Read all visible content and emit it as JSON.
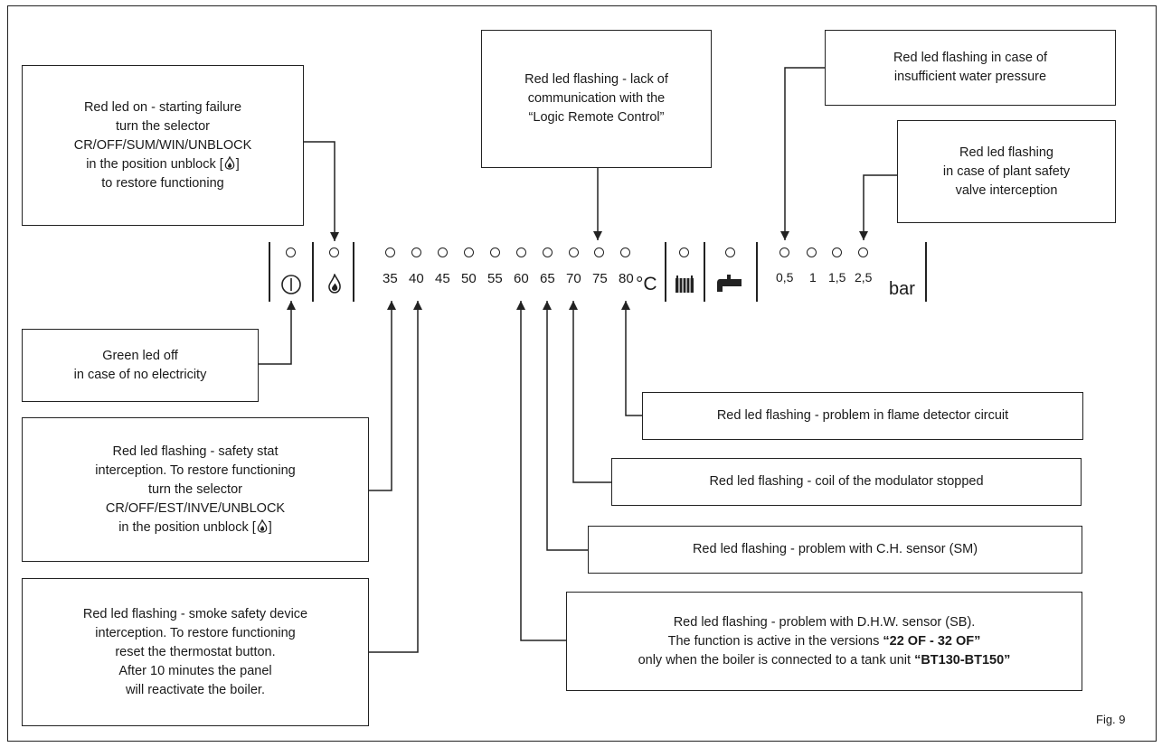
{
  "boxes": {
    "starting_failure": {
      "lines": [
        "Red led on - starting failure",
        "turn the selector",
        "CR/OFF/SUM/WIN/UNBLOCK",
        "in the position unblock",
        "to restore functioning"
      ]
    },
    "logic_remote": {
      "lines": [
        "Red led flashing - lack of",
        "communication with the",
        "“Logic Remote Control”"
      ]
    },
    "water_pressure": {
      "lines": [
        "Red led flashing in case of",
        "insufficient water pressure"
      ]
    },
    "plant_safety_valve": {
      "lines": [
        "Red led flashing",
        "in case of plant safety",
        "valve interception"
      ]
    },
    "green_led": {
      "lines": [
        "Green led off",
        "in case of no electricity"
      ]
    },
    "safety_stat": {
      "lines": [
        "Red led flashing - safety stat",
        "interception. To restore functioning",
        "turn the selector",
        "CR/OFF/EST/INVE/UNBLOCK",
        "in the position unblock"
      ]
    },
    "smoke_safety": {
      "lines": [
        "Red led flashing - smoke safety device",
        "interception. To restore functioning",
        "reset the thermostat button.",
        "After 10 minutes the panel",
        "will reactivate the boiler."
      ]
    },
    "flame_detector": {
      "text": "Red led flashing - problem in flame detector circuit"
    },
    "modulator_coil": {
      "text": "Red led flashing - coil of the modulator stopped"
    },
    "ch_sensor": {
      "text": "Red led flashing - problem with C.H. sensor (SM)"
    },
    "dhw_sensor": {
      "line1": "Red led flashing - problem with D.H.W. sensor (SB).",
      "line2_pre": "The function is active in the versions ",
      "line2_bold": "“22 OF - 32 OF”",
      "line3_pre": "only when the boiler is connected to a tank unit ",
      "line3_bold": "“BT130-BT150”"
    }
  },
  "panel": {
    "temperature_labels": [
      "35",
      "40",
      "45",
      "50",
      "55",
      "60",
      "65",
      "70",
      "75",
      "80"
    ],
    "temperature_unit": "°C",
    "pressure_labels": [
      "0,5",
      "1",
      "1,5",
      "2,5"
    ],
    "pressure_unit": "bar",
    "icons": [
      "power-icon",
      "flame-icon",
      "radiator-icon",
      "tap-icon"
    ]
  },
  "figure_label": "Fig. 9"
}
